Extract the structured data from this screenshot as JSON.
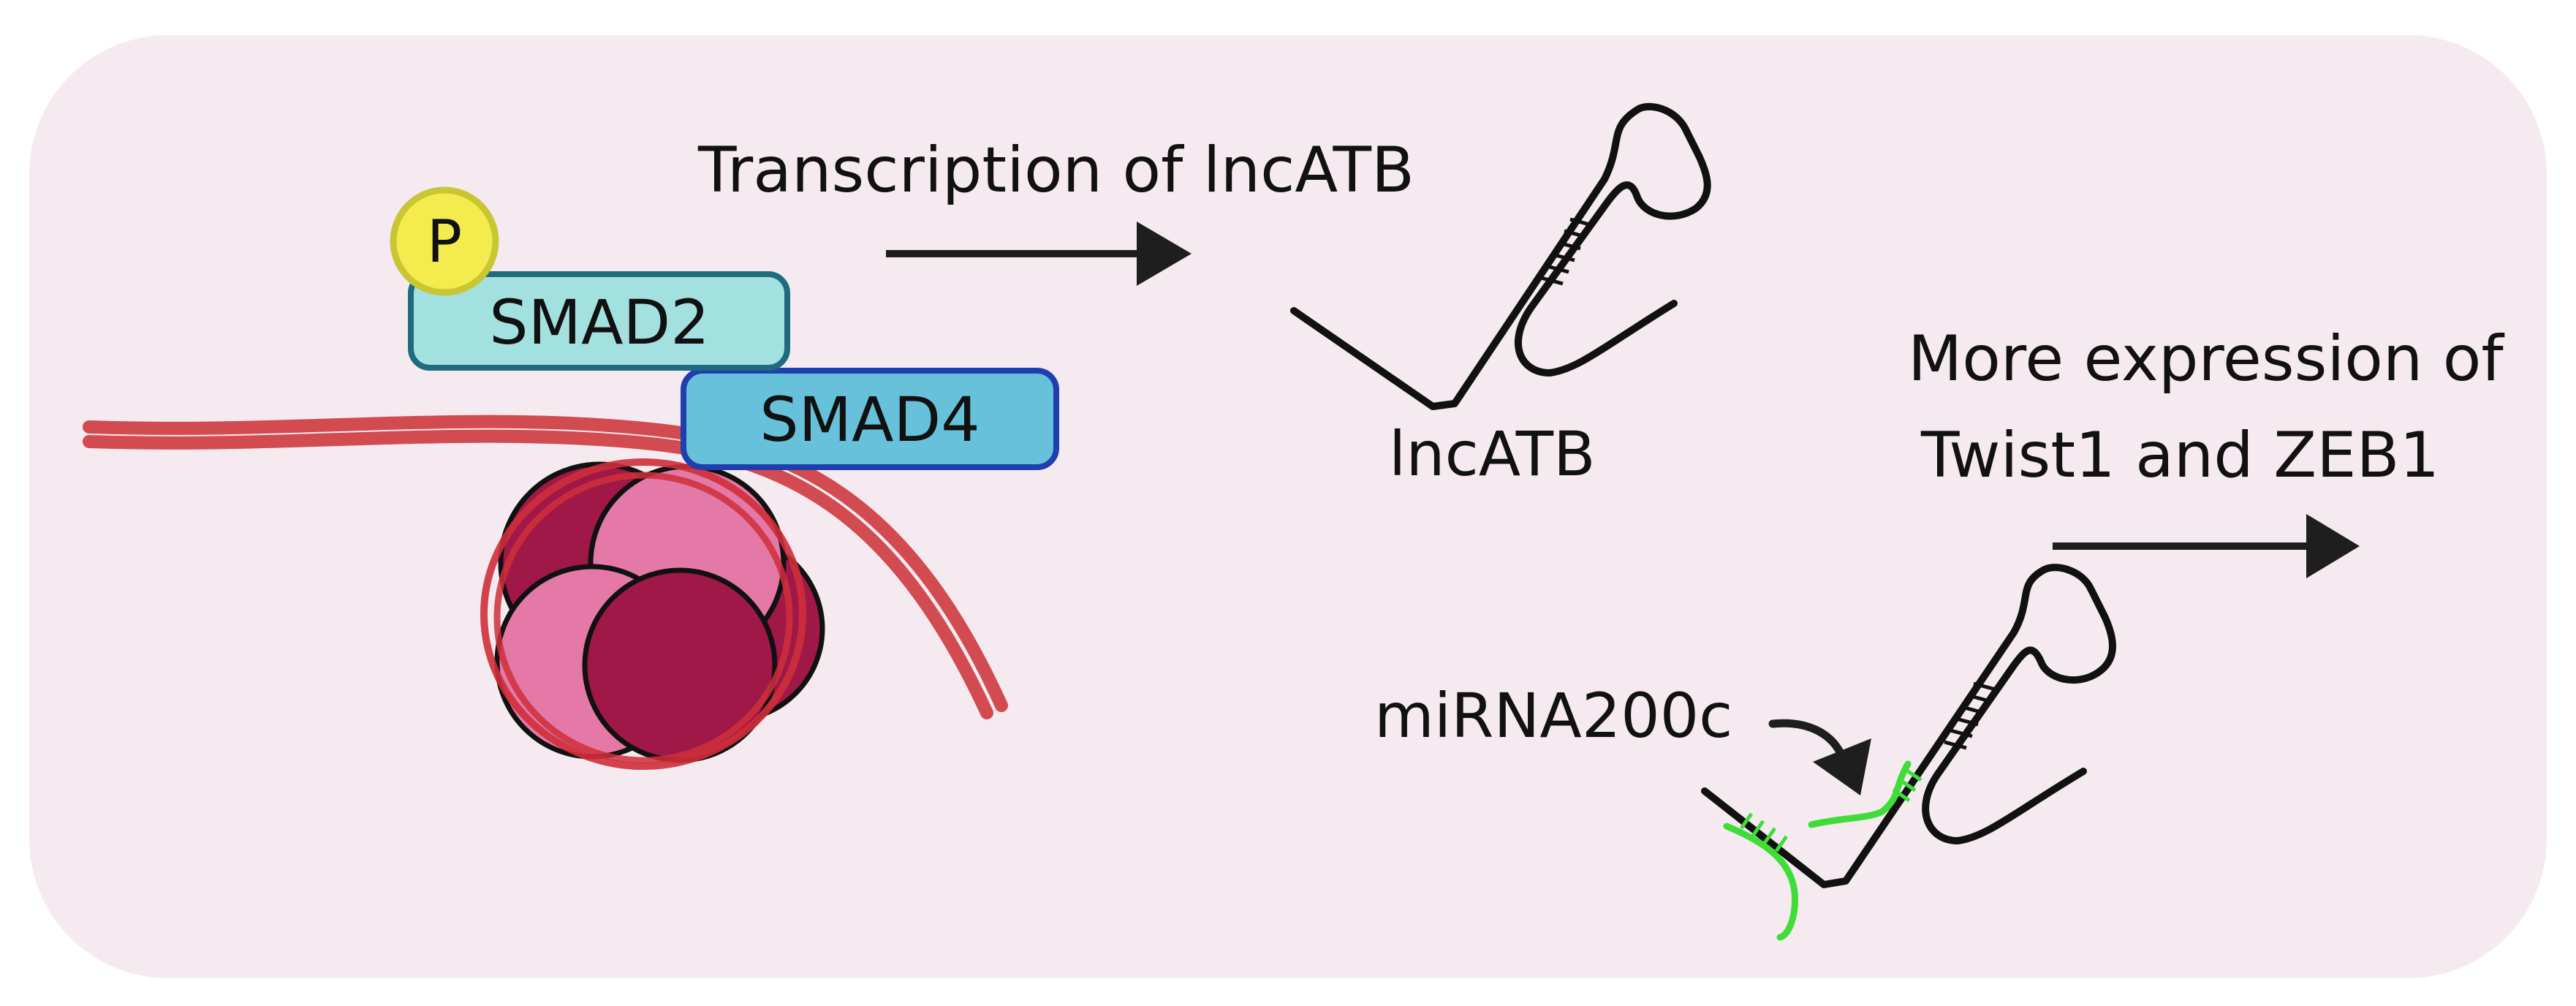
{
  "labels": {
    "transcription": "Transcription of lncATB",
    "phospho": "P",
    "smad2": "SMAD2",
    "smad4": "SMAD4",
    "lncatb": "lncATB",
    "more_expression_line1": "More expression of",
    "more_expression_line2": "Twist1 and ZEB1",
    "mirna": "miRNA200c"
  },
  "colors": {
    "panel_background": "#f5eaf0",
    "dna_strand": "#d24b50",
    "histone_dark": "#a01848",
    "histone_light": "#e479a8",
    "histone_wrap": "#cf2f3a",
    "phospho_fill": "#f4ec4e",
    "phospho_stroke": "#c8c632",
    "smad2_fill": "#a2e1e0",
    "smad2_stroke": "#1f6b7d",
    "smad4_fill": "#67c1da",
    "smad4_stroke": "#1f3fae",
    "arrows": "#1e1e1e",
    "rna_strand": "#111111",
    "mirna_strand": "#3fdc3a"
  }
}
